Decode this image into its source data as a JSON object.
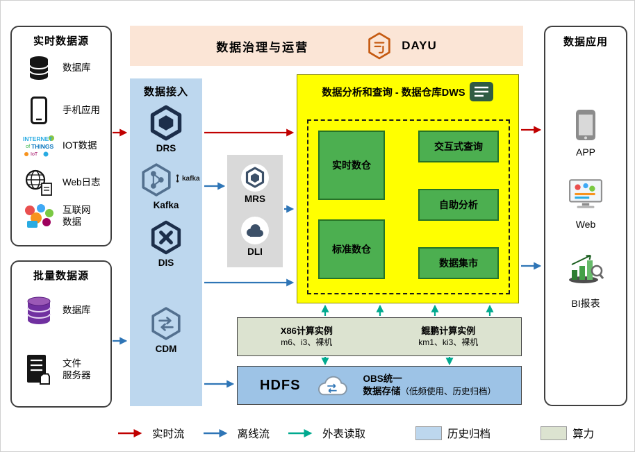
{
  "realtime_sources": {
    "title": "实时数据源",
    "items": [
      {
        "label": "数据库",
        "icon": "database-icon"
      },
      {
        "label": "手机应用",
        "icon": "phone-icon"
      },
      {
        "label": "IOT数据",
        "icon": "iot-icon"
      },
      {
        "label": "Web日志",
        "icon": "web-log-icon"
      },
      {
        "label": "互联网\n数据",
        "icon": "internet-data-icon"
      }
    ]
  },
  "batch_sources": {
    "title": "批量数据源",
    "items": [
      {
        "label": "数据库",
        "icon": "purple-database-icon"
      },
      {
        "label": "文件\n服务器",
        "icon": "file-server-icon"
      }
    ]
  },
  "governance": {
    "title": "数据治理与运营",
    "product": "DAYU"
  },
  "ingestion": {
    "title": "数据接入",
    "items": [
      {
        "label": "DRS"
      },
      {
        "label": "Kafka",
        "badge": "kafka"
      },
      {
        "label": "DIS"
      },
      {
        "label": "CDM"
      }
    ]
  },
  "processing": {
    "items": [
      {
        "label": "MRS"
      },
      {
        "label": "DLI"
      }
    ]
  },
  "dws": {
    "title": "数据分析和查询 - 数据仓库DWS",
    "warehouses": [
      {
        "label": "实时数仓"
      },
      {
        "label": "标准数仓"
      }
    ],
    "services": [
      {
        "label": "交互式查询"
      },
      {
        "label": "自助分析"
      },
      {
        "label": "数据集市"
      }
    ]
  },
  "compute": {
    "x86": {
      "title": "X86计算实例",
      "subtitle": "m6、i3、裸机"
    },
    "kunpeng": {
      "title": "鲲鹏计算实例",
      "subtitle": "km1、ki3、裸机"
    }
  },
  "storage": {
    "hdfs": "HDFS",
    "obs_line1": "OBS统一",
    "obs_line2": "数据存储",
    "obs_note": "（低频使用、历史归档）"
  },
  "applications": {
    "title": "数据应用",
    "items": [
      {
        "label": "APP"
      },
      {
        "label": "Web"
      },
      {
        "label": "BI报表"
      }
    ]
  },
  "legend": {
    "items": [
      {
        "label": "实时流",
        "type": "arrow",
        "color": "#C00000"
      },
      {
        "label": "离线流",
        "type": "arrow",
        "color": "#2E75B6"
      },
      {
        "label": "外表读取",
        "type": "arrow",
        "color": "#00A98F"
      },
      {
        "label": "历史归档",
        "type": "swatch",
        "color": "#BDD7EE"
      },
      {
        "label": "算力",
        "type": "swatch",
        "color": "#DCE3D0"
      }
    ]
  }
}
